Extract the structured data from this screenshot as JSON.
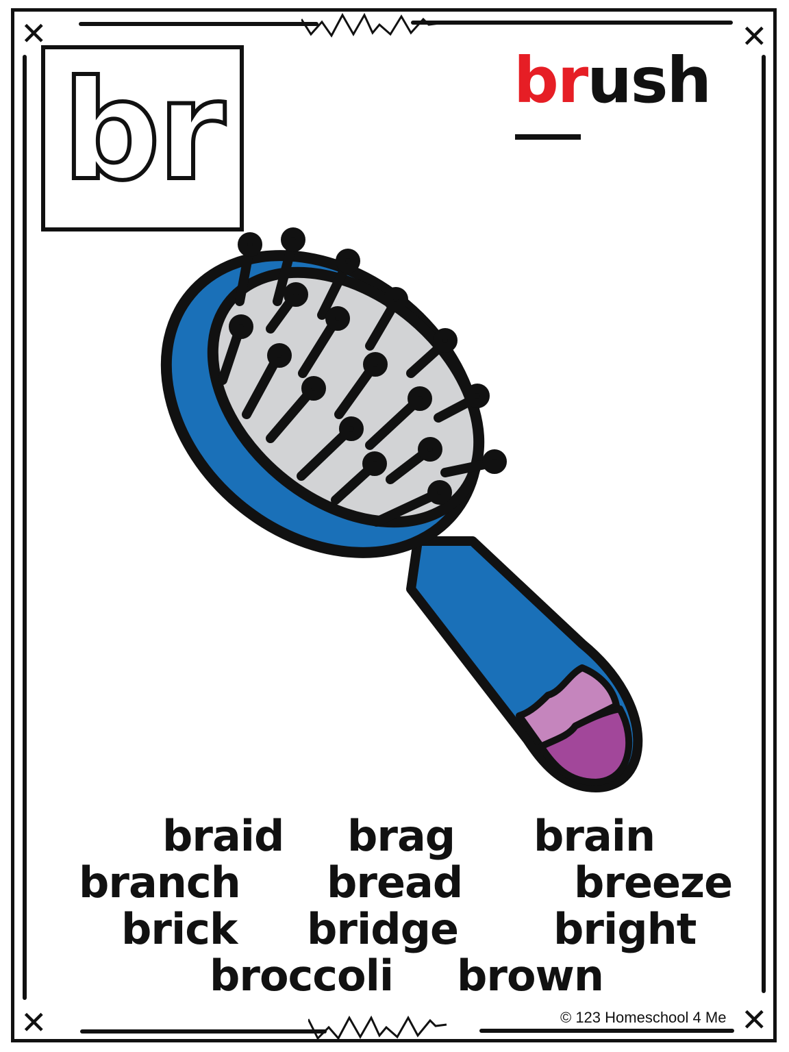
{
  "card": {
    "blend": "br",
    "keyword": {
      "highlight": "br",
      "rest": "ush",
      "full": "brush"
    },
    "illustration": "hairbrush",
    "colors": {
      "highlight": "#e61e25",
      "brush_body": "#1a70b8",
      "brush_pad": "#d2d3d5",
      "grip_light": "#c585bd",
      "grip_dark": "#a2479a",
      "ink": "#111111"
    },
    "word_rows": [
      [
        "braid",
        "brag",
        "brain"
      ],
      [
        "branch",
        "bread",
        "breeze"
      ],
      [
        "brick",
        "bridge",
        "bright"
      ],
      [
        "broccoli",
        "brown"
      ]
    ],
    "copyright": "© 123 Homeschool 4 Me"
  },
  "icons": {
    "corner_mark": "✕"
  }
}
